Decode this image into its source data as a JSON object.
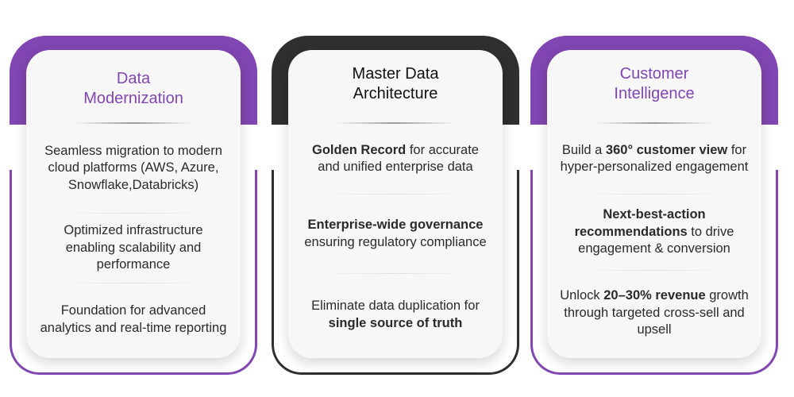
{
  "colors": {
    "purple": "#8146b1",
    "dark": "#2f2f2f"
  },
  "columns": [
    {
      "id": "data-modernization",
      "title": [
        "Data",
        "Modernization"
      ],
      "items": [
        [
          {
            "t": "Seamless migration to modern cloud platforms (AWS, Azure, Snowflake,Databricks)"
          }
        ],
        [
          {
            "t": "Optimized infrastructure enabling scalability and performance"
          }
        ],
        [
          {
            "t": "Foundation for advanced analytics and real-time reporting"
          }
        ]
      ]
    },
    {
      "id": "master-data-architecture",
      "title": [
        "Master Data",
        "Architecture"
      ],
      "items": [
        [
          {
            "t": "Golden Record",
            "b": true
          },
          {
            "t": " for accurate and unified enterprise data"
          }
        ],
        [
          {
            "t": "Enterprise-wide governance",
            "b": true
          },
          {
            "t": " ensuring regulatory compliance"
          }
        ],
        [
          {
            "t": "Eliminate data duplication for "
          },
          {
            "t": "single source of truth",
            "b": true
          }
        ]
      ]
    },
    {
      "id": "customer-intelligence",
      "title": [
        "Customer",
        "Intelligence"
      ],
      "items": [
        [
          {
            "t": "Build a "
          },
          {
            "t": "360° customer view",
            "b": true
          },
          {
            "t": " for hyper-personalized engagement"
          }
        ],
        [
          {
            "t": "Next-best-action recommendations",
            "b": true
          },
          {
            "t": " to drive engagement & conversion"
          }
        ],
        [
          {
            "t": "Unlock "
          },
          {
            "t": "20–30% revenue",
            "b": true
          },
          {
            "t": " growth through targeted cross-sell and upsell"
          }
        ]
      ]
    }
  ]
}
